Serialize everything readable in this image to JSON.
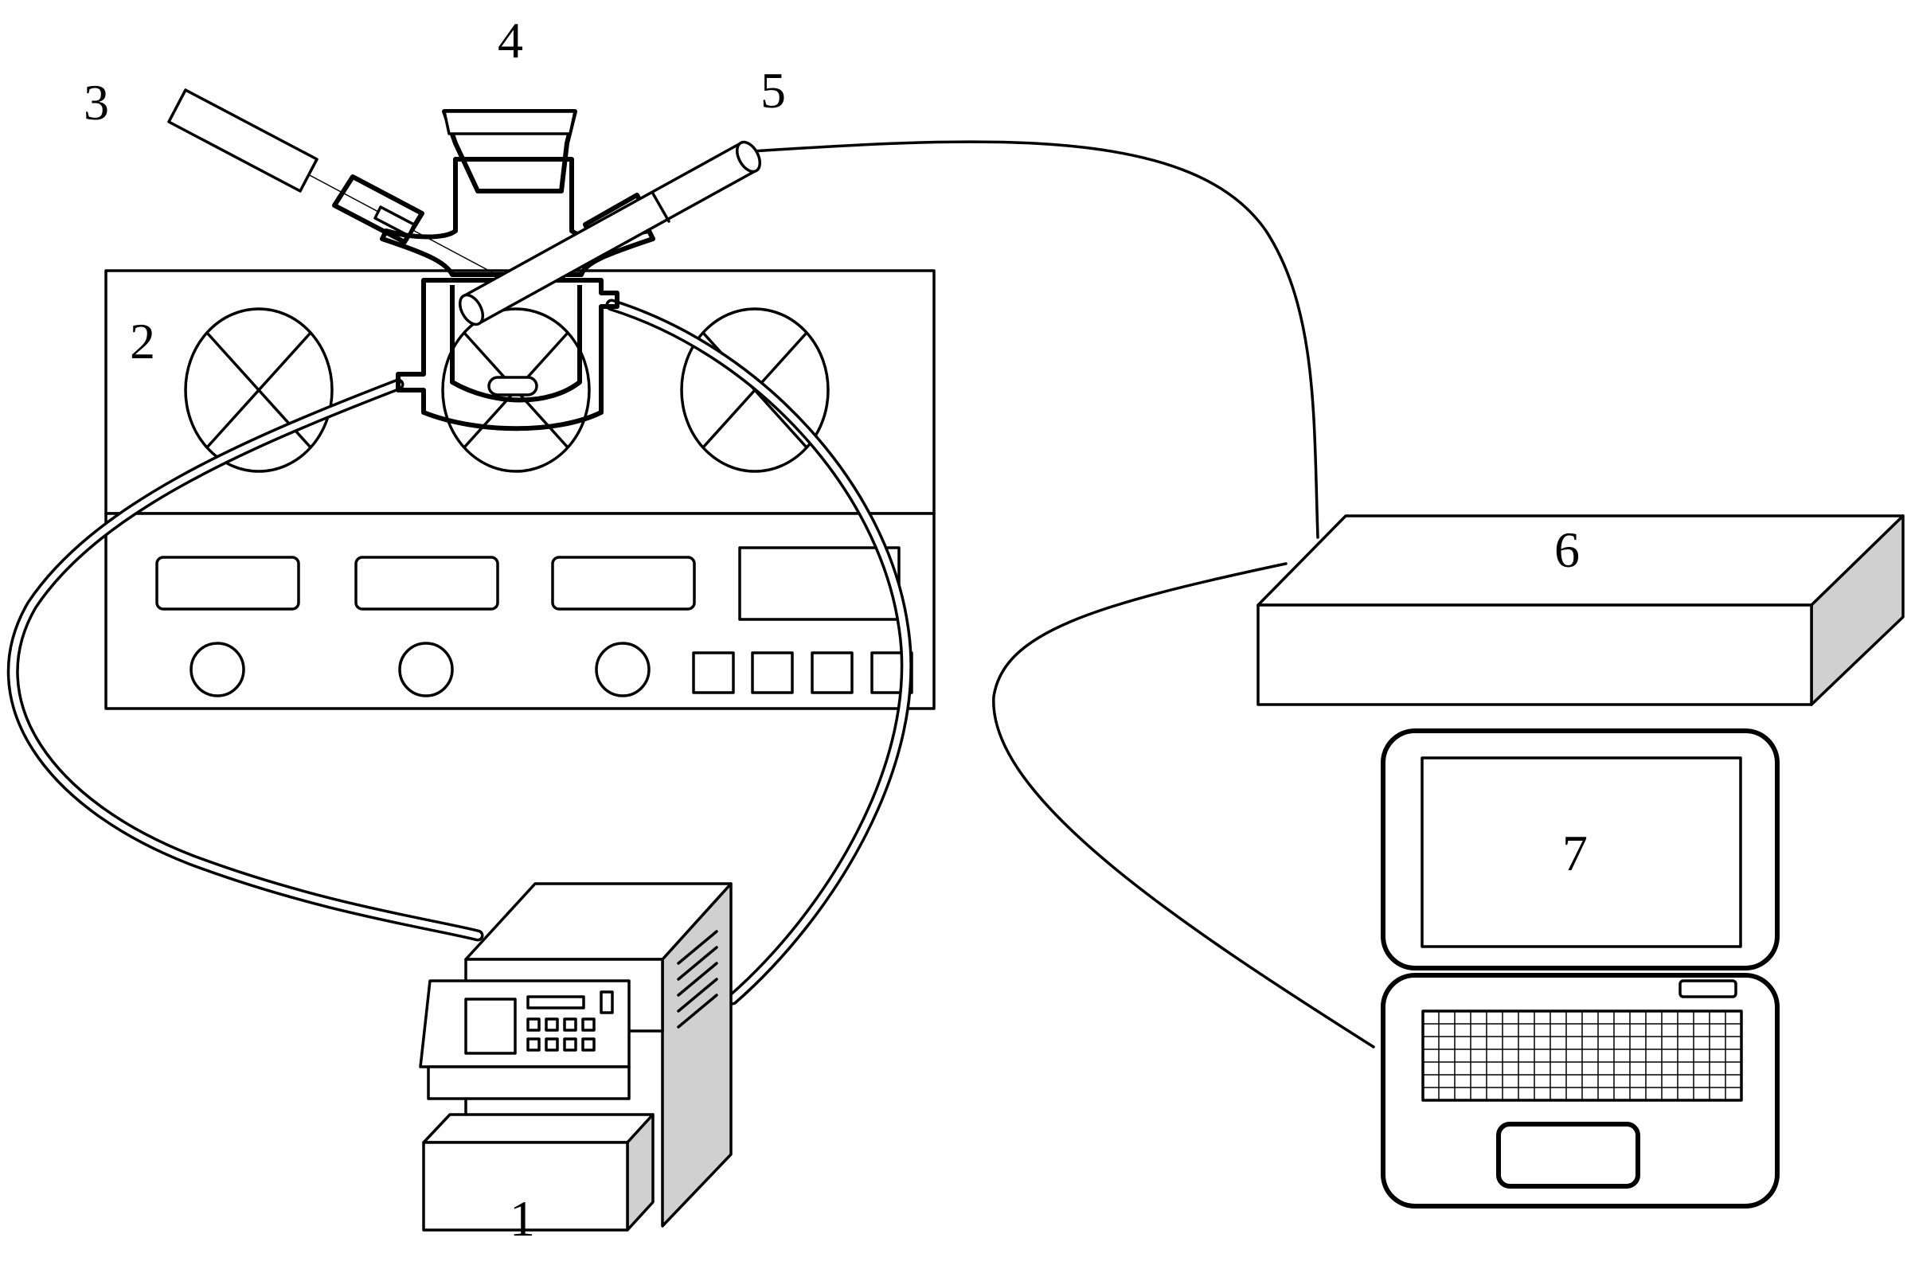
{
  "labels": {
    "pump": "1",
    "stirrer": "2",
    "light_probe": "3",
    "reactor": "4",
    "sensor": "5",
    "instrument": "6",
    "laptop": "7"
  }
}
